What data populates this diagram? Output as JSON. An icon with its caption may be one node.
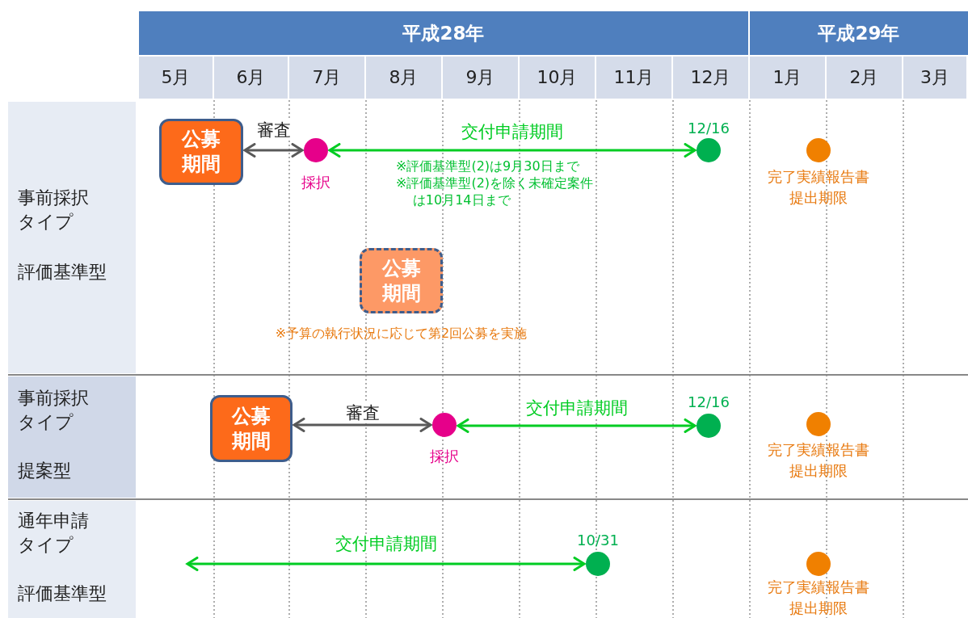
{
  "diagram": {
    "nodes": [
      {
        "text": [
          "公募期間"
        ]
      },
      {
        "text": [],
        "shape": "circle",
        "beside": [
          "採択"
        ]
      },
      {
        "text": [],
        "shape": "circle",
        "beside": [
          "12/16"
        ]
      },
      {
        "text": [],
        "shape": "circle",
        "beside": [
          "完了実績報告書提出期限"
        ]
      },
      {
        "text": [
          "公募期間"
        ],
        "beside": [
          "※予算の執行状況に応じて第2回公募を実施"
        ]
      },
      {
        "text": [
          "公募期間"
        ]
      },
      {
        "text": [],
        "shape": "circle",
        "beside": [
          "採択"
        ]
      },
      {
        "text": [],
        "shape": "circle",
        "beside": [
          "12/16"
        ]
      },
      {
        "text": [],
        "shape": "circle",
        "beside": [
          "完了実績報告書提出期限"
        ]
      },
      {
        "text": [],
        "shape": "circle",
        "beside": [
          "10/31"
        ]
      },
      {
        "text": [],
        "shape": "circle",
        "beside": [
          "完了実績報告書提出期限"
        ]
      }
    ],
    "edges": [
      {
        "from": 0,
        "to": 1,
        "arrow": "both",
        "label": "審査",
        "color": "#595959"
      },
      {
        "from": 1,
        "to": 2,
        "arrow": "both",
        "label": "交付申請期間",
        "color": "#00cc22"
      },
      {
        "from": 5,
        "to": 6,
        "arrow": "both",
        "label": "審査",
        "color": "#595959"
      },
      {
        "from": 6,
        "to": 7,
        "arrow": "both",
        "label": "交付申請期間",
        "color": "#00cc22"
      },
      {
        "from": null,
        "to": 9,
        "arrow": "both",
        "label": "交付申請期間",
        "color": "#00cc22"
      }
    ],
    "labels": [
      "平成28年",
      "平成29年",
      "5月",
      "6月",
      "7月",
      "8月",
      "9月",
      "10月",
      "11月",
      "12月",
      "1月",
      "2月",
      "3月",
      "事前採択タイプ",
      "評価基準型",
      "※評価基準型(2)は9月30日まで",
      "※評価基準型(2)を除く未確定案件は10月14日まで",
      "事前採択タイプ",
      "提案型",
      "通年申請タイプ",
      "評価基準型"
    ]
  }
}
